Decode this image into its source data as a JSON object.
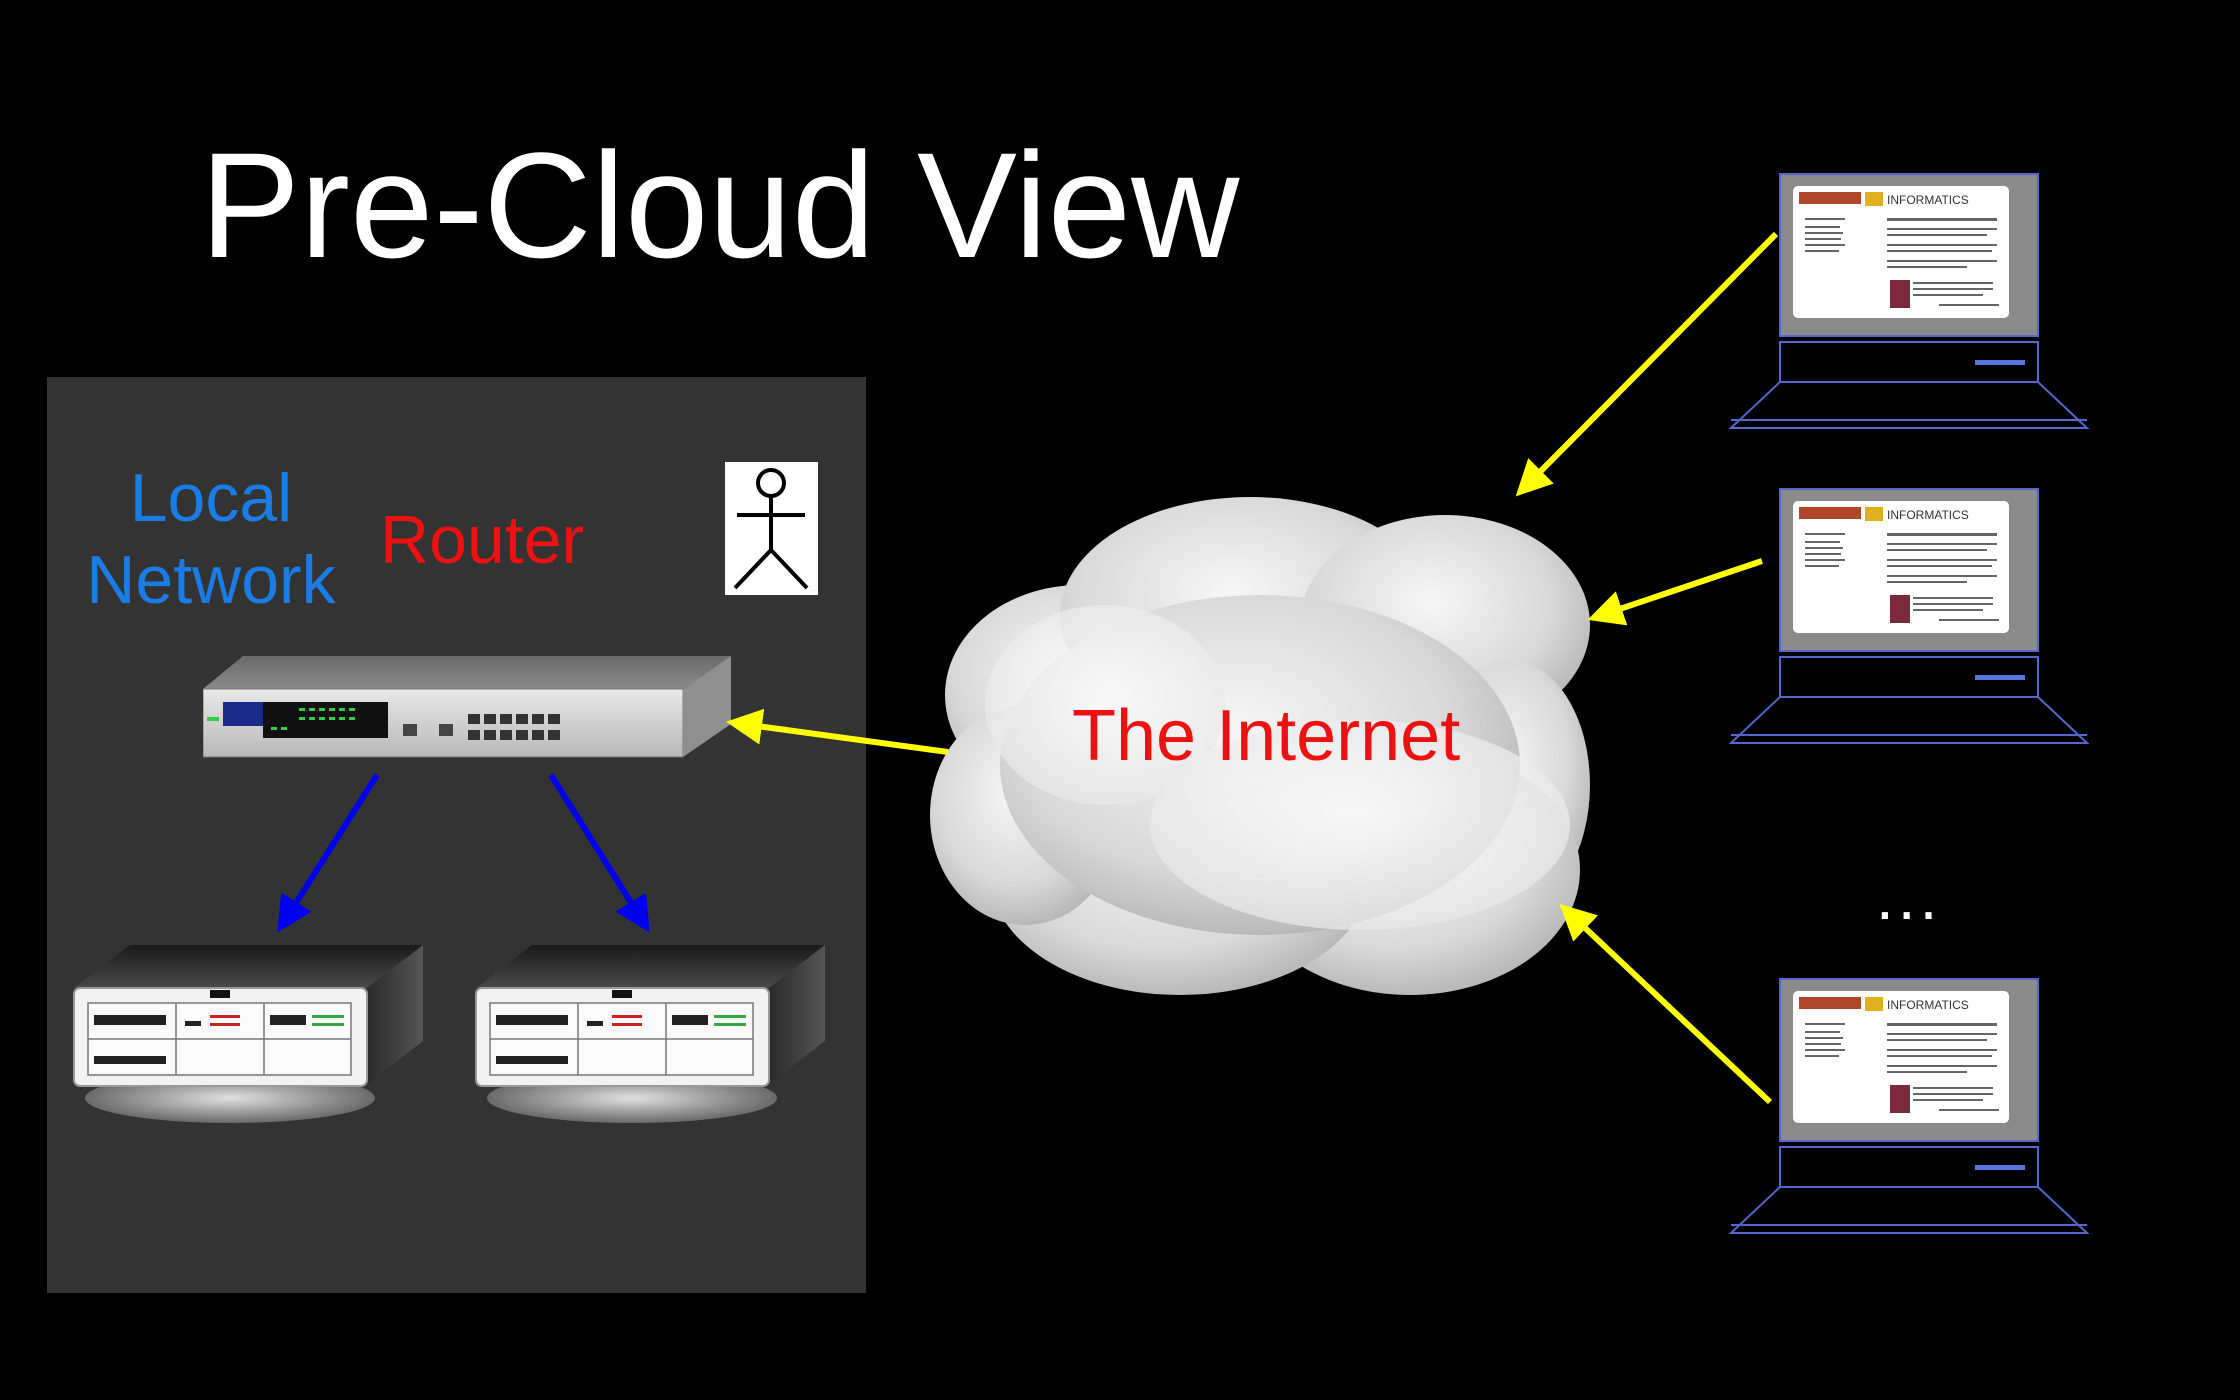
{
  "slide": {
    "title": "Pre-Cloud View",
    "local_network_label": "Local\nNetwork",
    "router_label": "Router",
    "internet_label": "The Internet",
    "ellipsis": "...",
    "laptop_brand": "INFORMATICS",
    "colors": {
      "background": "#000000",
      "panel": "#333333",
      "title": "#ffffff",
      "local_network_text": "#1a7de6",
      "router_text": "#ee1111",
      "internet_text": "#ee1111",
      "internet_arrows": "#ffff00",
      "local_arrows": "#0000ee",
      "laptop_outline": "#5566cc"
    },
    "icons": [
      "person-icon",
      "router-icon",
      "server-icon",
      "cloud-icon",
      "laptop-icon"
    ]
  }
}
